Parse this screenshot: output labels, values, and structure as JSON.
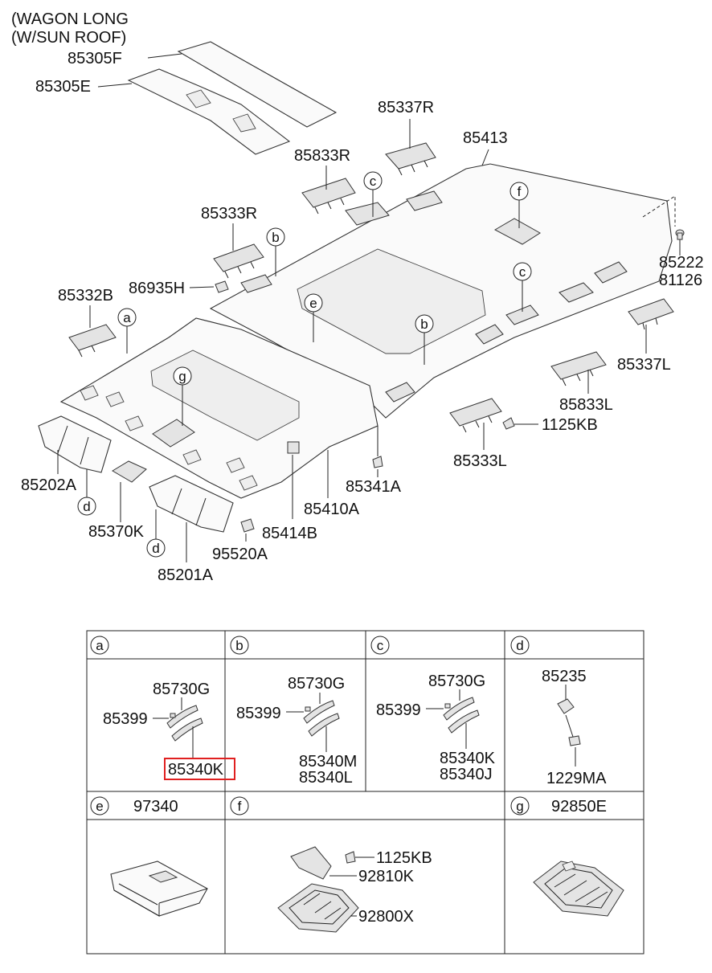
{
  "header": {
    "line1": "(WAGON LONG",
    "line2": "(W/SUN ROOF)"
  },
  "callouts": {
    "p85305F": "85305F",
    "p85305E": "85305E",
    "p85337R": "85337R",
    "p85413": "85413",
    "p85833R": "85833R",
    "p85333R": "85333R",
    "p86935H": "86935H",
    "p85332B": "85332B",
    "p85222": "85222",
    "p81126": "81126",
    "p85337L": "85337L",
    "p85833L": "85833L",
    "p1125KB": "1125KB",
    "p85333L": "85333L",
    "p85341A": "85341A",
    "p85410A": "85410A",
    "p85414B": "85414B",
    "p95520A": "95520A",
    "p85201A": "85201A",
    "p85370K": "85370K",
    "p85202A": "85202A"
  },
  "circle_refs": {
    "a": "a",
    "b": "b",
    "c": "c",
    "d": "d",
    "e": "e",
    "f": "f",
    "g": "g"
  },
  "table": {
    "row1": [
      {
        "letter": "a",
        "labels": [
          "85730G",
          "85399"
        ],
        "highlight": "85340K"
      },
      {
        "letter": "b",
        "labels": [
          "85730G",
          "85399",
          "85340M",
          "85340L"
        ]
      },
      {
        "letter": "c",
        "labels": [
          "85730G",
          "85399",
          "85340K",
          "85340J"
        ]
      },
      {
        "letter": "d",
        "labels": [
          "85235",
          "1229MA"
        ]
      }
    ],
    "row2": [
      {
        "letter": "e",
        "title": "97340"
      },
      {
        "letter": "f",
        "labels": [
          "1125KB",
          "92810K",
          "92800X"
        ]
      },
      {
        "letter": "g",
        "title": "92850E"
      }
    ]
  },
  "colors": {
    "highlight_box": "#e02020",
    "line": "#222222"
  }
}
